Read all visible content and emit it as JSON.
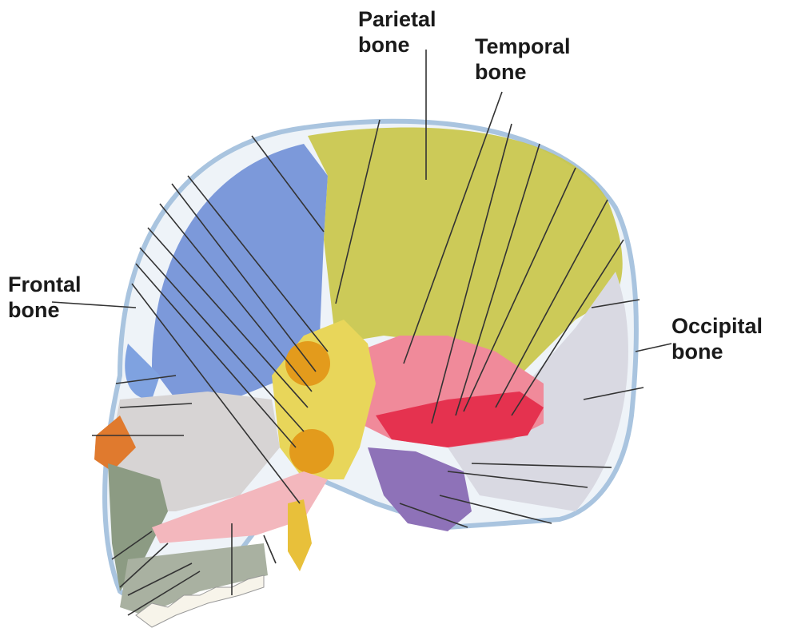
{
  "diagram": {
    "labels": {
      "parietal": {
        "line1": "Parietal",
        "line2": "bone"
      },
      "temporal": {
        "line1": "Temporal",
        "line2": "bone"
      },
      "frontal": {
        "line1": "Frontal",
        "line2": "bone"
      },
      "occipital": {
        "line1": "Occipital",
        "line2": "bone"
      }
    },
    "colors": {
      "frontal": "#6f8fd6",
      "parietal": "#c9c74a",
      "temporal": "#f08a9a",
      "occipital": "#d9d9e2",
      "sphenoid": "#e8c03a",
      "maxilla": "#f3b7bd",
      "leader_lines": "#333333"
    }
  }
}
